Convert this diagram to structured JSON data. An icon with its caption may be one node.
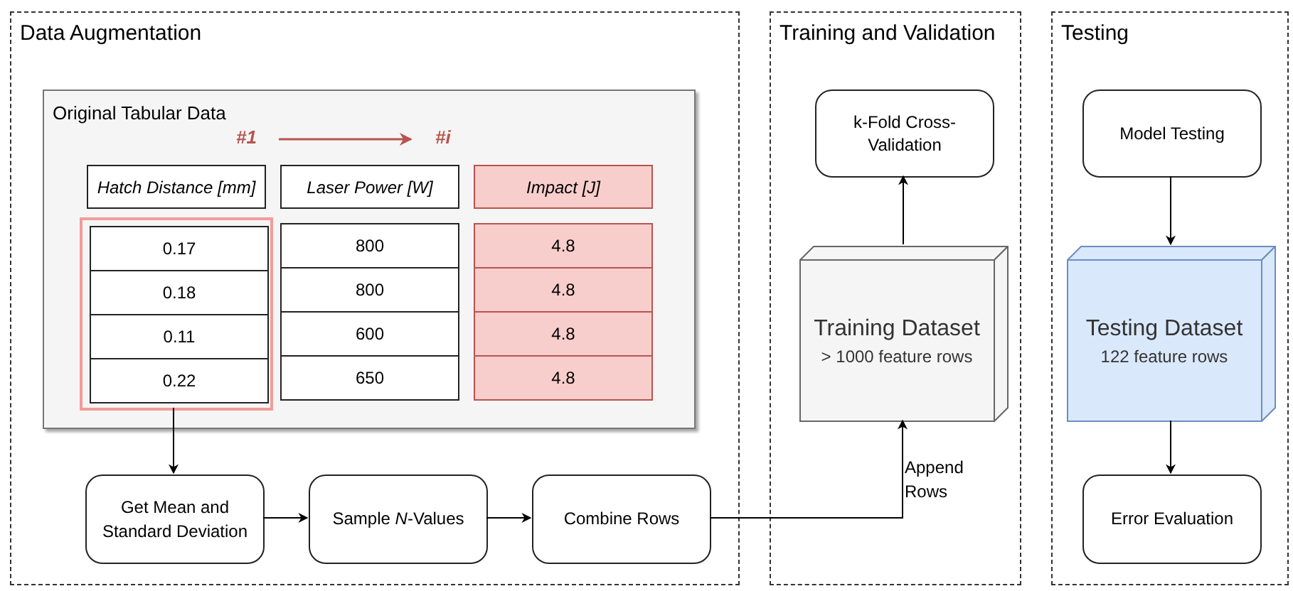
{
  "diagram": {
    "nodes": [
      {
        "text": [
          "Data Augmentation"
        ]
      },
      {
        "text": [
          "Original Tabular Data"
        ],
        "in": 0
      },
      {
        "text": [
          "Hatch Distance [mm]"
        ],
        "in": 1
      },
      {
        "text": [
          "Laser Power [W]"
        ],
        "in": 1
      },
      {
        "text": [
          "Impact [J]"
        ],
        "in": 1
      },
      {
        "text": [],
        "shape": "box",
        "in": 1
      },
      {
        "text": [
          "0.17"
        ],
        "in": 5
      },
      {
        "text": [
          "0.18"
        ],
        "in": 5
      },
      {
        "text": [
          "0.11"
        ],
        "in": 5
      },
      {
        "text": [
          "0.22"
        ],
        "in": 5
      },
      {
        "text": [
          "800"
        ],
        "in": 1
      },
      {
        "text": [
          "800"
        ],
        "in": 1
      },
      {
        "text": [
          "600"
        ],
        "in": 1
      },
      {
        "text": [
          "650"
        ],
        "in": 1
      },
      {
        "text": [
          "4.8"
        ],
        "in": 1
      },
      {
        "text": [
          "4.8"
        ],
        "in": 1
      },
      {
        "text": [
          "4.8"
        ],
        "in": 1
      },
      {
        "text": [
          "4.8"
        ],
        "in": 1
      },
      {
        "text": [
          "Get Mean and Standard Deviation"
        ],
        "in": 0
      },
      {
        "text": [
          "Sample *N*-Values"
        ],
        "in": 0
      },
      {
        "text": [
          "Combine Rows"
        ],
        "in": 0
      },
      {
        "text": [
          "Training and Validation"
        ]
      },
      {
        "text": [
          "k-Fold Cross-Validation"
        ],
        "in": 21
      },
      {
        "text": [
          "Training Dataset",
          "> 1000 feature rows"
        ],
        "in": 21
      },
      {
        "text": [
          "Testing"
        ]
      },
      {
        "text": [
          "Model Testing"
        ],
        "in": 24
      },
      {
        "text": [
          "Testing Dataset",
          "122 feature rows"
        ],
        "in": 24
      },
      {
        "text": [
          "Error Evaluation"
        ],
        "in": 24
      }
    ],
    "edges": [
      {
        "from": 5,
        "to": 18,
        "arrow": "to"
      },
      {
        "from": 18,
        "to": 19,
        "arrow": "to"
      },
      {
        "from": 19,
        "to": 20,
        "arrow": "to"
      },
      {
        "from": 20,
        "to": 23,
        "arrow": "to",
        "label": "Append Rows"
      },
      {
        "from": 23,
        "to": 22,
        "arrow": "to"
      },
      {
        "from": 25,
        "to": 26,
        "arrow": "to"
      },
      {
        "from": 26,
        "to": 27,
        "arrow": "to"
      }
    ],
    "labels": [
      "#1",
      "#i"
    ]
  }
}
